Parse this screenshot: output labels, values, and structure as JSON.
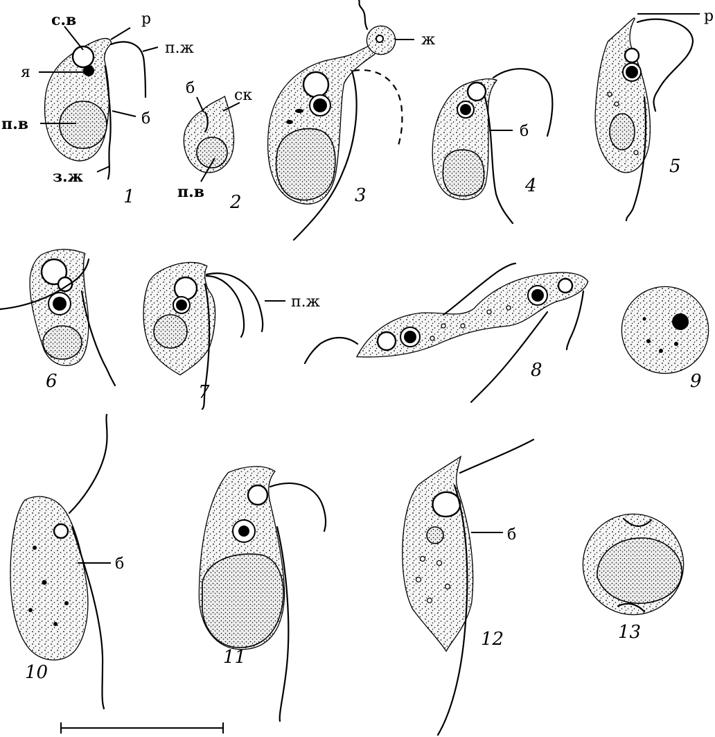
{
  "labels": {
    "sv": "с.в",
    "r": "р",
    "pzh": "п.ж",
    "ya": "я",
    "b": "б",
    "pv": "п.в",
    "zzh": "з.ж",
    "sk": "ск",
    "zh": "ж"
  },
  "figure_numbers": [
    "1",
    "2",
    "3",
    "4",
    "5",
    "6",
    "7",
    "8",
    "9",
    "10",
    "11",
    "12",
    "13"
  ]
}
